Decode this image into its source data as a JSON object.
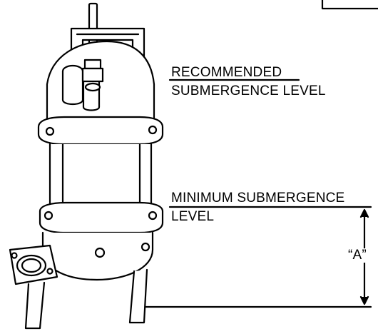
{
  "diagram": {
    "labels": {
      "recommended_line1": "RECOMMENDED",
      "recommended_line2": "SUBMERGENCE LEVEL",
      "minimum_line1": "MINIMUM SUBMERGENCE",
      "minimum_line2": "LEVEL",
      "dimension": "“A”"
    }
  }
}
